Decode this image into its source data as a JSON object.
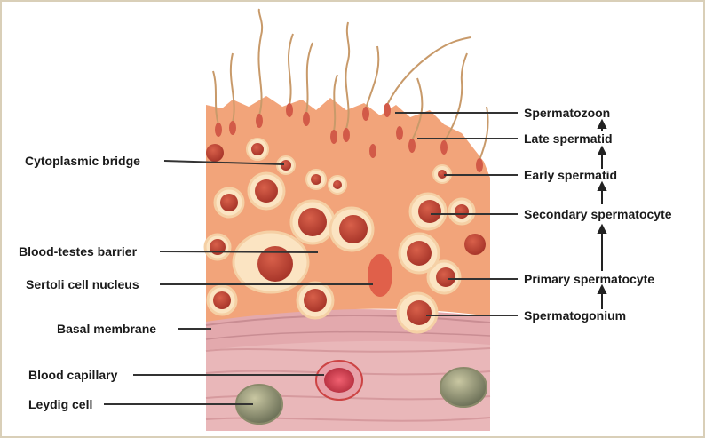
{
  "labels_left": {
    "cytoplasmic_bridge": "Cytoplasmic bridge",
    "blood_testes_barrier": "Blood-testes barrier",
    "sertoli_nucleus": "Sertoli cell nucleus",
    "basal_membrane": "Basal membrane",
    "blood_capillary": "Blood capillary",
    "leydig_cell": "Leydig cell"
  },
  "labels_right": {
    "spermatozoon": "Spermatozoon",
    "late_spermatid": "Late spermatid",
    "early_spermatid": "Early spermatid",
    "secondary_spermatocyte": "Secondary spermatocyte",
    "primary_spermatocyte": "Primary spermatocyte",
    "spermatogonium": "Spermatogonium"
  }
}
